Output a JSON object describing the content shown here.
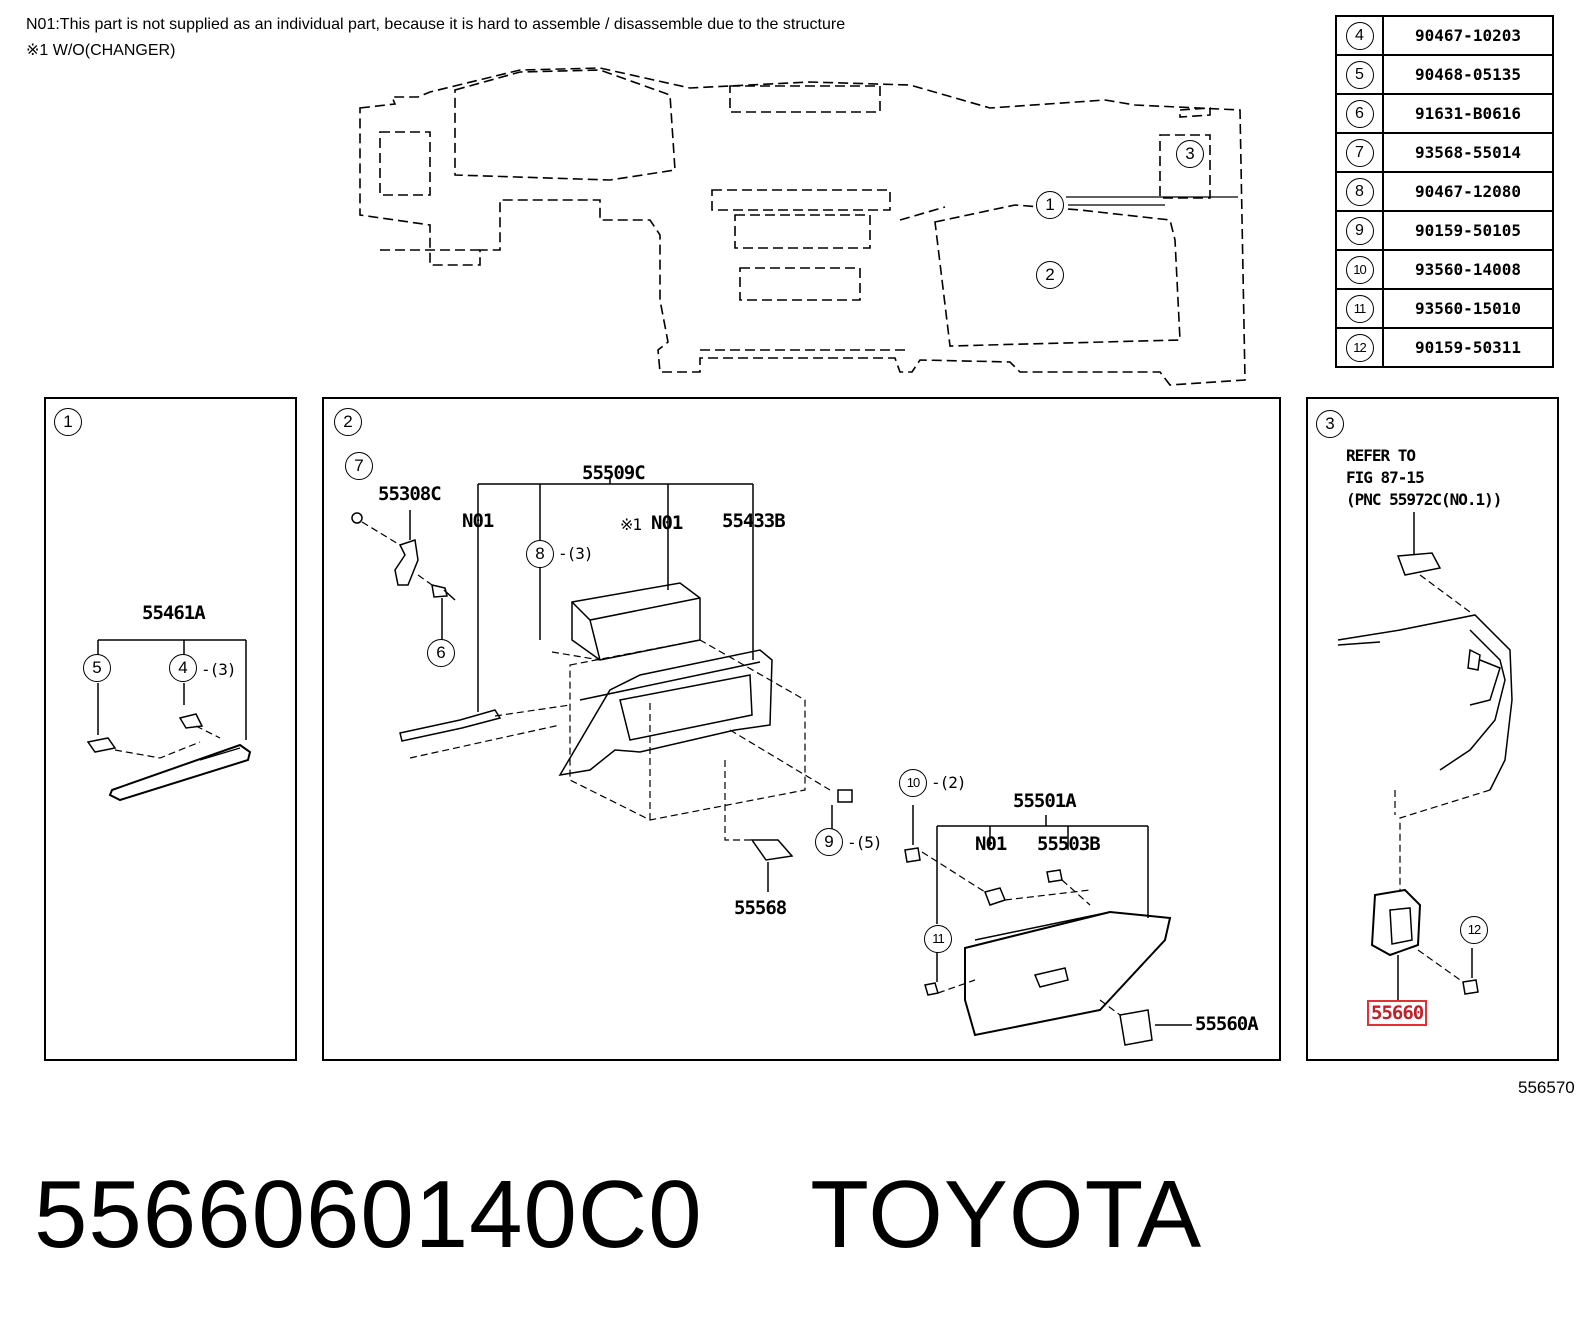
{
  "notes": {
    "n01": "N01:This part is not supplied as an individual part, because it is hard to assemble / disassemble due to the structure",
    "wo_changer": "※1 W/O(CHANGER)"
  },
  "part_table": [
    {
      "ref": "4",
      "part_no": "90467-10203"
    },
    {
      "ref": "5",
      "part_no": "90468-05135"
    },
    {
      "ref": "6",
      "part_no": "91631-B0616"
    },
    {
      "ref": "7",
      "part_no": "93568-55014"
    },
    {
      "ref": "8",
      "part_no": "90467-12080"
    },
    {
      "ref": "9",
      "part_no": "90159-50105"
    },
    {
      "ref": "10",
      "part_no": "93560-14008"
    },
    {
      "ref": "11",
      "part_no": "93560-15010"
    },
    {
      "ref": "12",
      "part_no": "90159-50311"
    }
  ],
  "overview_callouts": {
    "c1": "1",
    "c2": "2",
    "c3": "3"
  },
  "panel1": {
    "number": "1",
    "labels": {
      "part": "55461A",
      "c5": "5",
      "c4": "4",
      "qty4": "-(3)"
    }
  },
  "panel2": {
    "number": "2",
    "labels": {
      "c7": "7",
      "p55308c": "55308C",
      "p55509c": "55509C",
      "n01_a": "N01",
      "mark": "※1",
      "n01_b": "N01",
      "p55433b": "55433B",
      "c8": "8",
      "qty8": "-(3)",
      "c6": "6",
      "c9": "9",
      "qty9": "-(5)",
      "p55568": "55568",
      "c10": "10",
      "qty10": "-(2)",
      "p55501a": "55501A",
      "n01_c": "N01",
      "p55503b": "55503B",
      "c11": "11",
      "p55560a": "55560A"
    }
  },
  "panel3": {
    "number": "3",
    "refer_line1": "REFER TO",
    "refer_line2": "FIG 87-15",
    "refer_line3": "(PNC 55972C(NO.1))",
    "c12": "12",
    "highlight_part": "55660"
  },
  "figure_code": "556570",
  "bottom_title": {
    "part_number": "5566060140C0",
    "brand": "TOYOTA"
  },
  "colors": {
    "highlight": "#e0303a",
    "line": "#000000"
  }
}
